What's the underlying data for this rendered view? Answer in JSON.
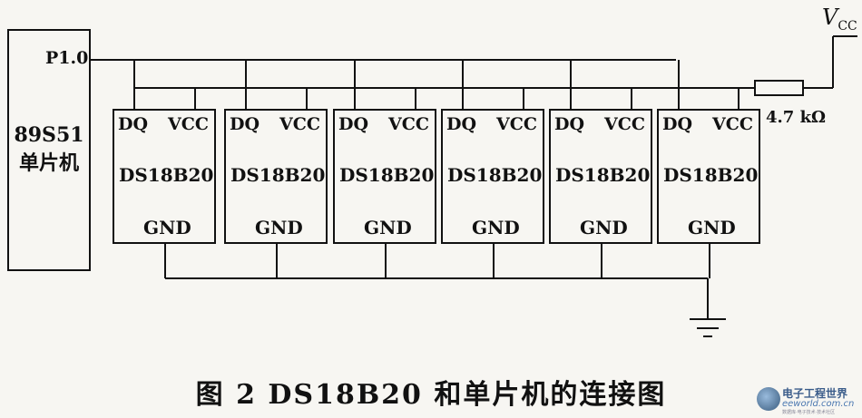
{
  "mcu": {
    "line1": "89S51",
    "line2": "单片机"
  },
  "port_label": "P1.0",
  "vcc": {
    "main": "V",
    "sub": "CC"
  },
  "resistor_label": "4.7 kΩ",
  "sensors": [
    {
      "dq": "DQ",
      "vcc": "VCC",
      "name": "DS18B20",
      "gnd": "GND"
    },
    {
      "dq": "DQ",
      "vcc": "VCC",
      "name": "DS18B20",
      "gnd": "GND"
    },
    {
      "dq": "DQ",
      "vcc": "VCC",
      "name": "DS18B20",
      "gnd": "GND"
    },
    {
      "dq": "DQ",
      "vcc": "VCC",
      "name": "DS18B20",
      "gnd": "GND"
    },
    {
      "dq": "DQ",
      "vcc": "VCC",
      "name": "DS18B20",
      "gnd": "GND"
    },
    {
      "dq": "DQ",
      "vcc": "VCC",
      "name": "DS18B20",
      "gnd": "GND"
    }
  ],
  "caption": "图 2   DS18B20 和单片机的连接图",
  "watermark": {
    "line1": "电子工程世界",
    "line2": "eeworld.com.cn",
    "line3": "数据库·电子技术·技术社区"
  }
}
